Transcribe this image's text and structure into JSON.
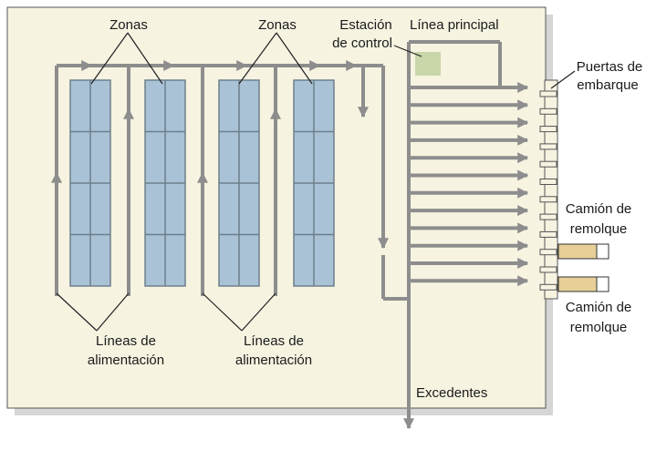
{
  "labels": {
    "zones_left": "Zonas",
    "zones_right": "Zonas",
    "control_station_line1": "Estación",
    "control_station_line2": "de control",
    "main_line": "Línea principal",
    "gates_line1": "Puertas de",
    "gates_line2": "embarque",
    "truck_top_line1": "Camión de",
    "truck_top_line2": "remolque",
    "truck_bottom_line1": "Camión de",
    "truck_bottom_line2": "remolque",
    "feed_left_line1": "Líneas de",
    "feed_left_line2": "alimentación",
    "feed_right_line1": "Líneas de",
    "feed_right_line2": "alimentación",
    "surplus": "Excedentes"
  },
  "colors": {
    "floor": "#f6f3e1",
    "shadow": "#d6d6d6",
    "conveyor": "#8d8d8d",
    "rack_fill": "#a9c2d6",
    "rack_stroke": "#6e7f8c",
    "control_station": "#c9d6a9",
    "truck": "#e6cf98",
    "callout": "#222222"
  },
  "zone_count": 4,
  "zone_rows": 4,
  "shipping_lanes": 12
}
